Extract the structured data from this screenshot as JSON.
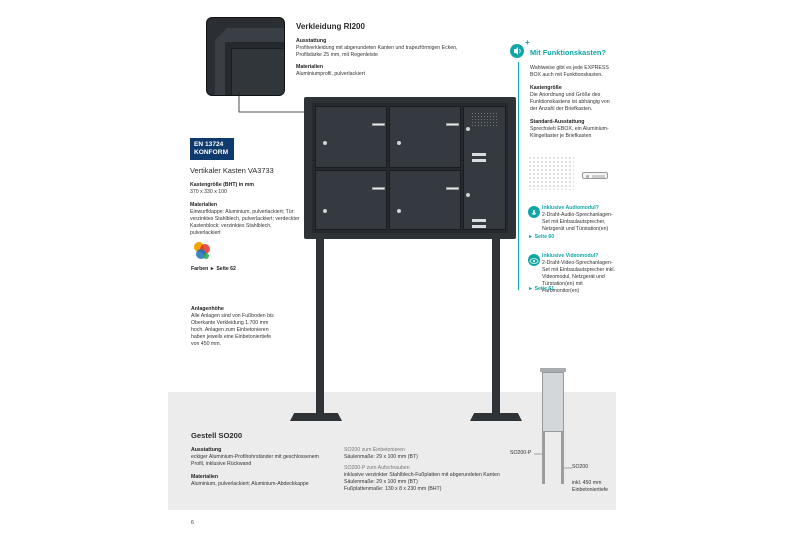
{
  "cladding": {
    "title": "Verkleidung RI200",
    "equip_head": "Ausstattung",
    "equip_text": "Profilverkleidung mit abgerundeten Kanten und trapezförmigen Ecken, Profilstärke 25 mm, mit Regenleiste",
    "mat_head": "Materialien",
    "mat_text": "Aluminiumprofil, pulverlackiert"
  },
  "badge": {
    "line1": "EN 13724",
    "line2": "KONFORM"
  },
  "box": {
    "title": "Vertikaler Kasten VA3733",
    "size_head": "Kastengröße (BHT) in mm",
    "size_val": "370 x 330 x 100",
    "mat_head": "Materialien",
    "mat_text": "Einwurfklappe: Aluminium, pulverlackiert; Tür: verzinktes Stahlblech, pulverlackiert; verdeckter Kastenblock: verzinktes Stahlblech, pulverlackiert",
    "colors_label": "Farben",
    "colors_link": "► Seite 62"
  },
  "height": {
    "head": "Anlagenhöhe",
    "text": "Alle Anlagen sind von Fußboden bis Oberkante Verkleidung 1.700 mm hoch. Anlagen zum Einbetonieren haben jeweils eine Einbetoniertiefe von 450 mm."
  },
  "function_box": {
    "title": "Mit Funktionskasten?",
    "intro": "Wahlweise gibt es jede EXPRESS BOX auch mit Funktionskasten.",
    "size_head": "Kastengröße",
    "size_text": "Die Anordnung und Größe des Funktionskastens ist abhängig von der Anzahl der Briefkasten.",
    "std_head": "Standard-Ausstattung",
    "std_text": "Sprechsieb EBOX, ein Aluminium-Klingeltaster je Briefkasten",
    "audio_head": "Inklusive Audiomodul?",
    "audio_text": "2-Draht-Audio-Sprechanlagen-Set mit Einbaulautsprecher, Netzgerät und Türstation(en)",
    "audio_link": "► Seite 60",
    "video_head": "Inklusive Videomodul?",
    "video_text": "2-Draht-Video-Sprechanlagen-Set mit Einbaulautsprecher inkl. Videomodul, Netzgerät und Türstation(en) mit Farbmonitor(en)",
    "video_link": "► Seite 61"
  },
  "stand": {
    "title": "Gestell SO200",
    "equip_head": "Ausstattung",
    "equip_text": "eckiger Aluminium-Profilrohrständer mit geschlossenem Profil, inklusive Rückwand",
    "mat_head": "Materialien",
    "mat_text": "Aluminium, pulverlackiert; Aluminium-Abdeckkappe",
    "so200_head": "SO200 zum Einbetonieren",
    "so200_text": "Säulenmaße: 29 x 100 mm (BT)",
    "so200p_head": "SO200-P zum Aufschrauben",
    "so200p_text1": "inklusive verzinkter Stahlblech-Fußplatten mit abgerundeten Kanten",
    "so200p_text2": "Säulenmaße: 29 x 100 mm (BT)",
    "so200p_text3": "Fußplattenmaße: 130 x 8 x 230 mm (BHT)",
    "label_p": "SO200-P",
    "label_s": "SO200",
    "depth_text": "inkl. 450 mm Einbetoniertiefe"
  },
  "page_number": "6",
  "colors": {
    "accent": "#11a6a6",
    "product": "#2e3338",
    "band": "#ececec"
  }
}
